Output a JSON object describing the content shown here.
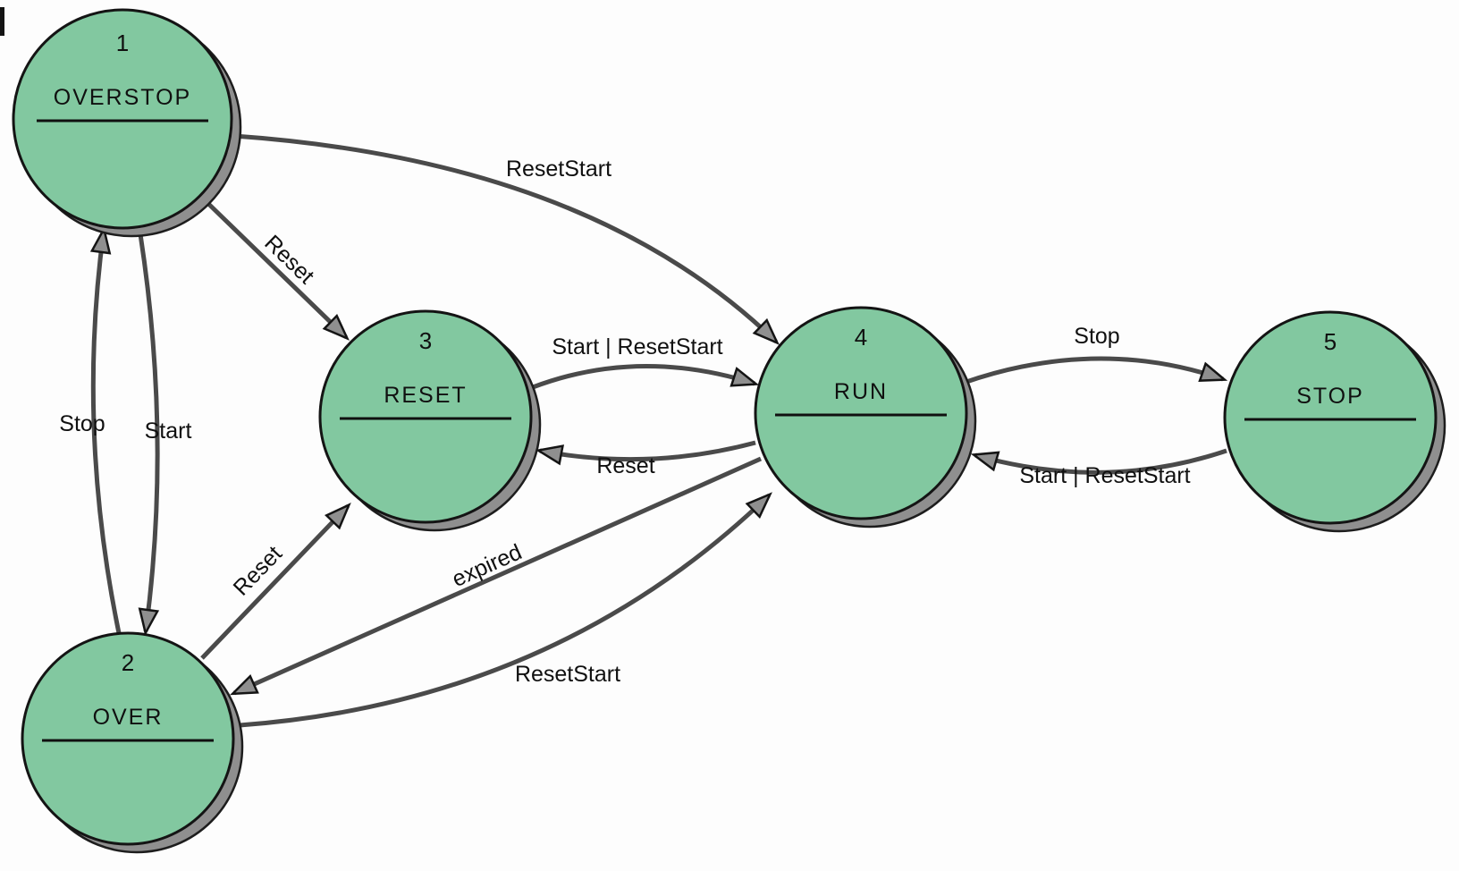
{
  "diagram": {
    "type": "finite-state-machine",
    "background": "#fdfdfd",
    "colors": {
      "state_fill": "#82c8a0",
      "state_border": "#141414",
      "state_shadow": "#8f8f8f",
      "edge_color": "#4a4a4a",
      "arrowhead_fill": "#8f8f8f",
      "label_color": "#101010"
    },
    "states": [
      {
        "number": "1",
        "name": "OVERSTOP"
      },
      {
        "number": "2",
        "name": "OVER"
      },
      {
        "number": "3",
        "name": "RESET"
      },
      {
        "number": "4",
        "name": "RUN"
      },
      {
        "number": "5",
        "name": "STOP"
      }
    ],
    "transitions": [
      {
        "from": "OVER",
        "to": "OVERSTOP",
        "label": "Stop"
      },
      {
        "from": "OVERSTOP",
        "to": "OVER",
        "label": "Start"
      },
      {
        "from": "OVERSTOP",
        "to": "RESET",
        "label": "Reset"
      },
      {
        "from": "OVERSTOP",
        "to": "RUN",
        "label": "ResetStart"
      },
      {
        "from": "RESET",
        "to": "RUN",
        "label": "Start | ResetStart"
      },
      {
        "from": "RUN",
        "to": "RESET",
        "label": "Reset"
      },
      {
        "from": "OVER",
        "to": "RESET",
        "label": "Reset"
      },
      {
        "from": "RUN",
        "to": "OVER",
        "label": "expired"
      },
      {
        "from": "OVER",
        "to": "RUN",
        "label": "ResetStart"
      },
      {
        "from": "RUN",
        "to": "STOP",
        "label": "Stop"
      },
      {
        "from": "STOP",
        "to": "RUN",
        "label": "Start | ResetStart"
      }
    ]
  }
}
